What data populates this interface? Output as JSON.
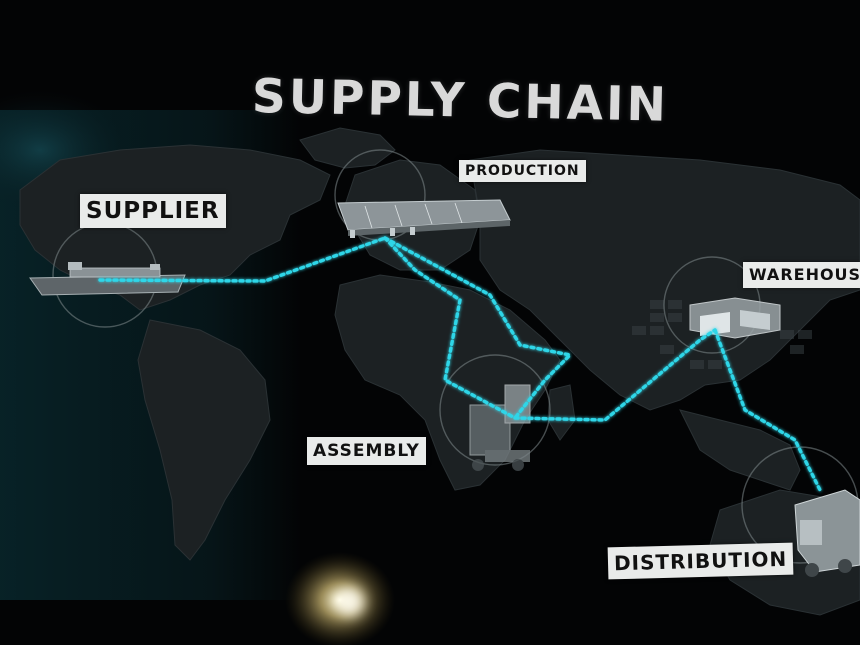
{
  "title": "SUPPLY CHAIN",
  "stages": {
    "supplier": "SUPPLIER",
    "production": "PRODUCTION",
    "warehouse": "WAREHOUSE",
    "assembly": "ASSEMBLY",
    "distribution": "DISTRIBUTION"
  },
  "route_order": [
    "supplier",
    "production",
    "assembly",
    "warehouse",
    "distribution"
  ],
  "icons": {
    "supplier": "cargo-ship-icon",
    "production": "factory-icon",
    "assembly": "forklift-icon",
    "warehouse": "warehouse-crates-icon",
    "distribution": "delivery-truck-icon"
  },
  "colors": {
    "background": "#030405",
    "route": "#2fd6e8",
    "label_bg": "#e9ebea",
    "label_text": "#111111",
    "title_text": "#d9d9d9",
    "continent": "#1d2224",
    "left_panel": "#0a2a2f"
  }
}
